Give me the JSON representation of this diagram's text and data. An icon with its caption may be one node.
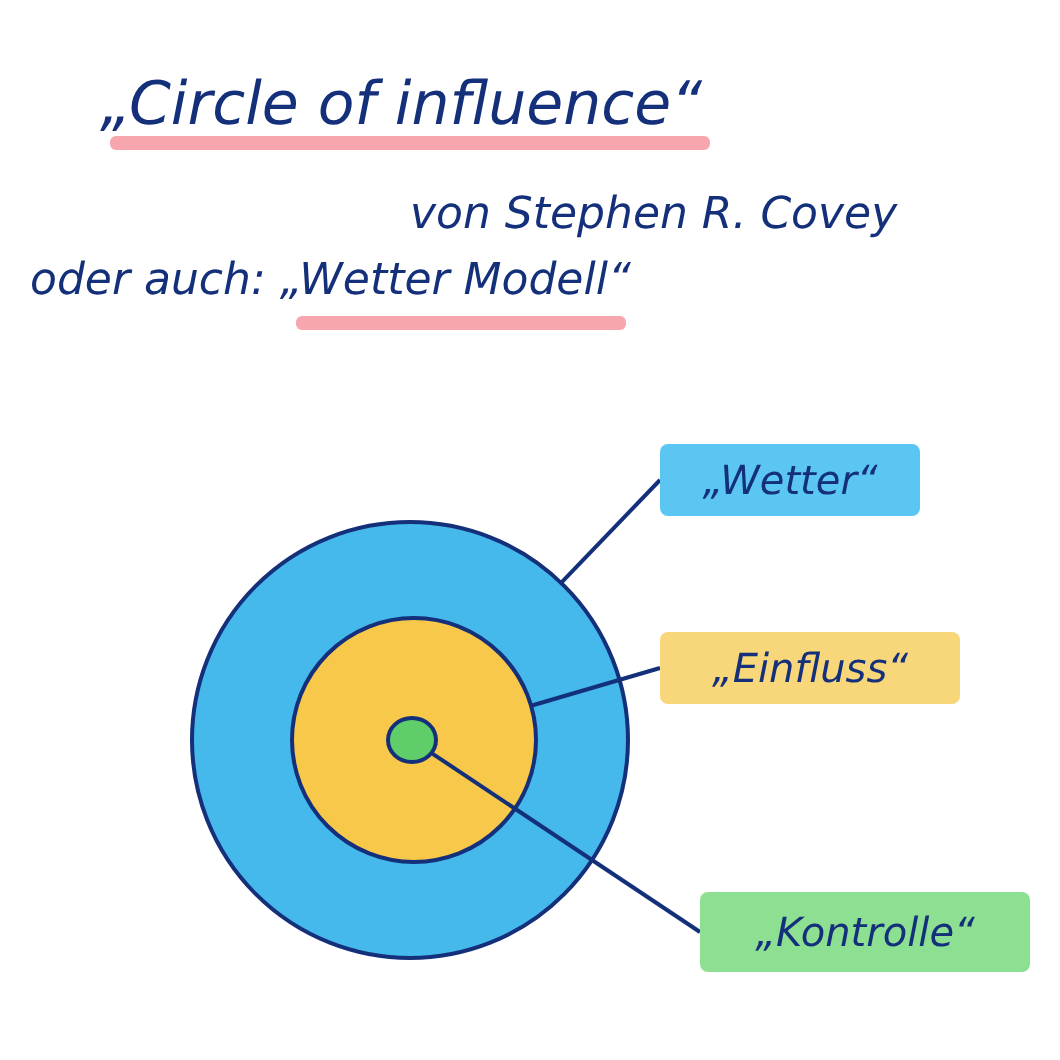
{
  "diagram": {
    "title": "„Circle of influence“",
    "nodes": [
      {
        "text": [
          "„Wetter“"
        ]
      },
      {
        "text": [],
        "shape": "circle"
      },
      {
        "text": [],
        "shape": "circle",
        "in": 1
      },
      {
        "text": [],
        "shape": "circle",
        "in": 2
      },
      {
        "text": [
          "„Einfluss“"
        ]
      },
      {
        "text": [
          "„Kontrolle“"
        ]
      }
    ],
    "edges": [
      {
        "from": 0,
        "to": 1,
        "arrow": "none"
      },
      {
        "from": 4,
        "to": 2,
        "arrow": "none"
      },
      {
        "from": 5,
        "to": 3,
        "arrow": "none"
      }
    ],
    "labels": [
      "von Stephen R. Covey",
      "oder auch: „Wetter Modell“"
    ]
  }
}
